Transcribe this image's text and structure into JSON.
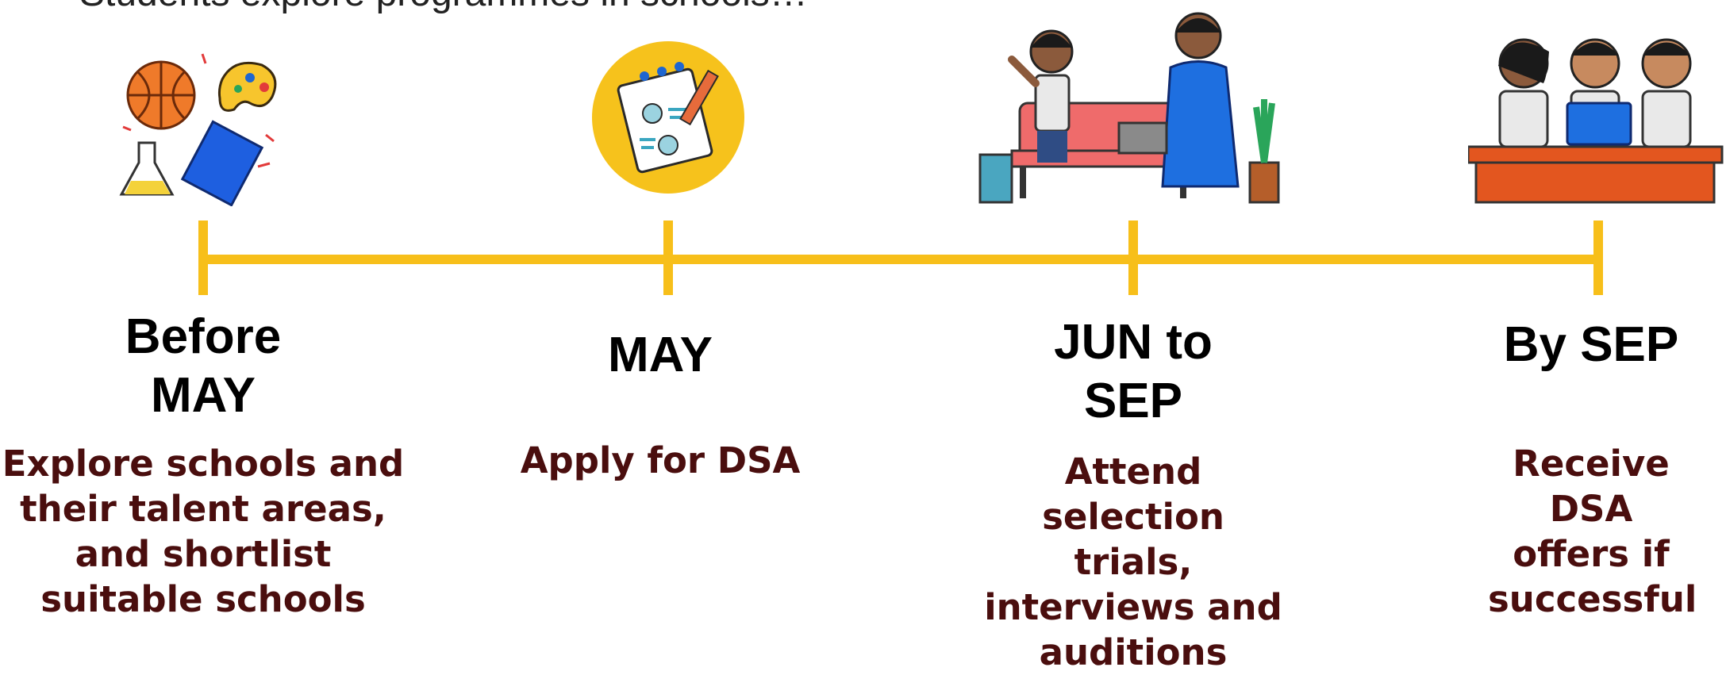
{
  "intro_text": "Students explore programmes in schools…",
  "palette": {
    "timeline": "#f7bf1a",
    "title": "#000000",
    "description": "#4a0e0e"
  },
  "stages": [
    {
      "title": "Before MAY",
      "description": "Explore schools and their talent areas, and shortlist suitable schools",
      "icon": "school-subjects-icon"
    },
    {
      "title": "MAY",
      "description": "Apply for DSA",
      "icon": "notepad-application-icon"
    },
    {
      "title": "JUN to SEP",
      "description": "Attend selection trials, interviews and auditions",
      "icon": "interview-scene-icon"
    },
    {
      "title": "By SEP",
      "description": "Receive DSA offers if successful",
      "icon": "students-at-desk-icon"
    }
  ]
}
